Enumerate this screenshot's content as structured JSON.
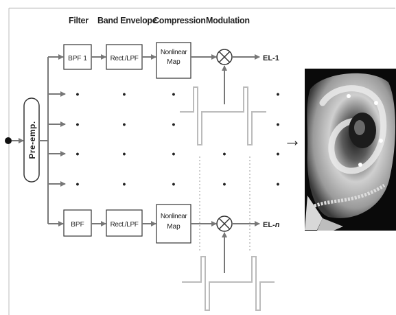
{
  "headers": {
    "filter": "Filter",
    "band_envelope": "Band Envelope",
    "compression": "Compression",
    "modulation": "Modulation"
  },
  "pre_emphasis": "Pre-emp.",
  "top_channel": {
    "filter": "BPF 1",
    "envelope": "Rect./LPF",
    "compression_line1": "Nonlinear",
    "compression_line2": "Map",
    "output": "EL-1"
  },
  "bottom_channel": {
    "filter": "BPF",
    "envelope": "Rect./LPF",
    "compression_line1": "Nonlinear",
    "compression_line2": "Map",
    "output": "EL-",
    "output_n": "n"
  },
  "dot": "•",
  "result_arrow": "→",
  "image_subject": "cochlea-with-implant-electrode"
}
